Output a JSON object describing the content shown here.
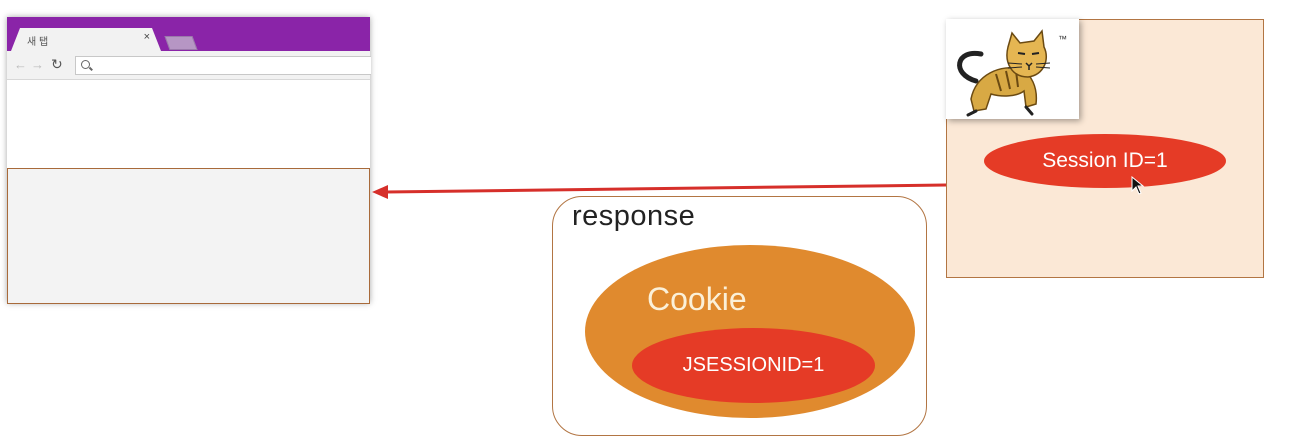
{
  "browser": {
    "tab_title": "새 탭",
    "tab_close": "×",
    "back_glyph": "←",
    "forward_glyph": "→",
    "reload_glyph": "↻"
  },
  "server": {
    "logo_mark": "™",
    "session_label": "Session ID=1"
  },
  "response": {
    "label": "response",
    "cookie_label": "Cookie",
    "jsession_label": "JSESSIONID=1"
  },
  "colors": {
    "tabbar": "#8a24a8",
    "server_bg": "#fbe8d6",
    "arrow": "#d62f2a",
    "cookie": "#e08a2e",
    "session": "#e53b26"
  },
  "icons": [
    "search-icon",
    "tomcat-cat-icon",
    "mouse-cursor-icon",
    "arrow-left-icon"
  ]
}
